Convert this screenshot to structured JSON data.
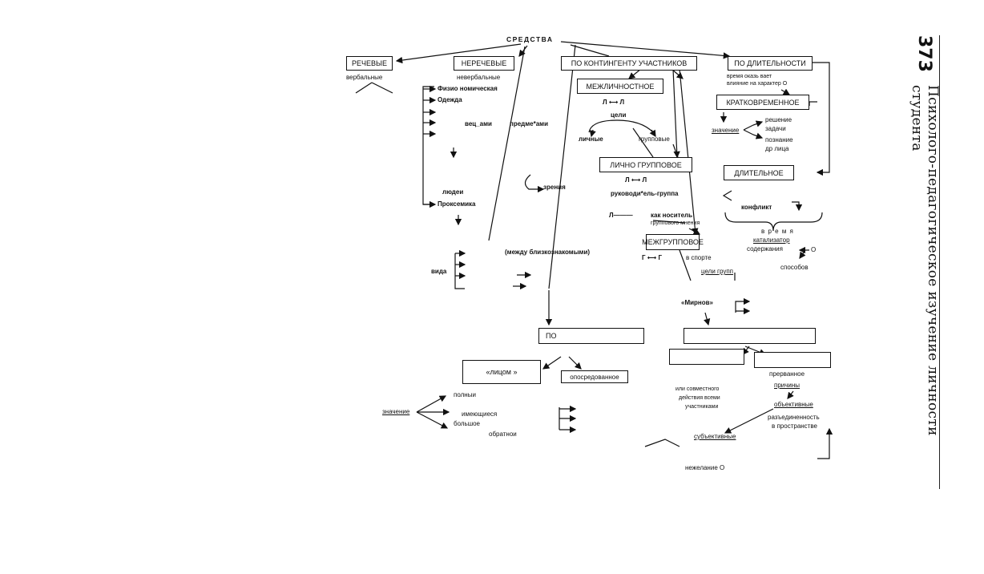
{
  "page_number": "373",
  "running_title": "Психолого-педагогическое изучение личности студента",
  "nodes": {
    "root": "СРЕДСТВА",
    "verbal_box": "РЕЧЕВЫЕ",
    "verbal_sub": "вербальные",
    "nonverbal_box": "НЕРЕЧЕВЫЕ",
    "nonverbal_sub": "невербальные",
    "physiognomic": "Физио номическая",
    "clothing": "Одежда",
    "things": "вец_ами",
    "objects": "предме*ами",
    "people": "людеи",
    "proxemics": "Проксемика",
    "vision": "зрения",
    "between_acquaint": "(между близкознакомыми)",
    "kinds": "вида",
    "contingent_box": "ПО КОНТИНГЕНТУ УЧАСТНИКОВ",
    "interpersonal_box": "МЕЖЛИЧНОСТНОЕ",
    "l_l": "Л ⟷ Л",
    "goals": "цели",
    "personal": "личные",
    "group_goals": "групповые",
    "personal_group_box": "ЛИЧНО ГРУППОВОЕ",
    "l_l2": "Л ⟷ Л",
    "leader_group": "руководи*ель-группа",
    "l_dash": "Л———",
    "bearer_1": "как носитель",
    "bearer_2": "группового мнения",
    "intergroup_box": "МЕЖГРУППОВОЕ",
    "g_g": "Г ⟷ Г",
    "in_sport": "в спорте",
    "group_goals2": "цели групп",
    "mirnov": "«Мирнов»",
    "duration_box": "ПО ДЛИТЕЛЬНОСТИ",
    "time_influence_1": "время оказь вает",
    "time_influence_2": "влияние на характер О",
    "short_box": "КРАТКОВРЕМЕННОЕ",
    "meaning": "значение",
    "decision_1": "решение",
    "decision_2": "задачи",
    "cognition_1": "познание",
    "cognition_2": "др лица",
    "long_box": "ДЛИТЕЛЬНОЕ",
    "conflict": "конфликт",
    "time": "в р е м я",
    "catalyst": "катализатор",
    "content": "содержания",
    "o_mark": "О",
    "ways": "способов",
    "po_box": "ПО",
    "face_box": "«лицом          »",
    "mediated_box": "опосредованное",
    "meaning2": "значение",
    "full": "полныи",
    "having": "имеющиеся",
    "bigger": "большое",
    "feedback": "обратнои",
    "interrupted": "прерванное",
    "joint_1": "или совместного",
    "joint_2": "действия всеми",
    "joint_3": "участниками",
    "reasons": "причины",
    "objective": "объективные",
    "separation_1": "разъединенность",
    "separation_2": "в пространстве",
    "subjective": "субъективные",
    "unwillingness": "нежелание О"
  },
  "colors": {
    "ink": "#111111",
    "paper": "#ffffff"
  }
}
